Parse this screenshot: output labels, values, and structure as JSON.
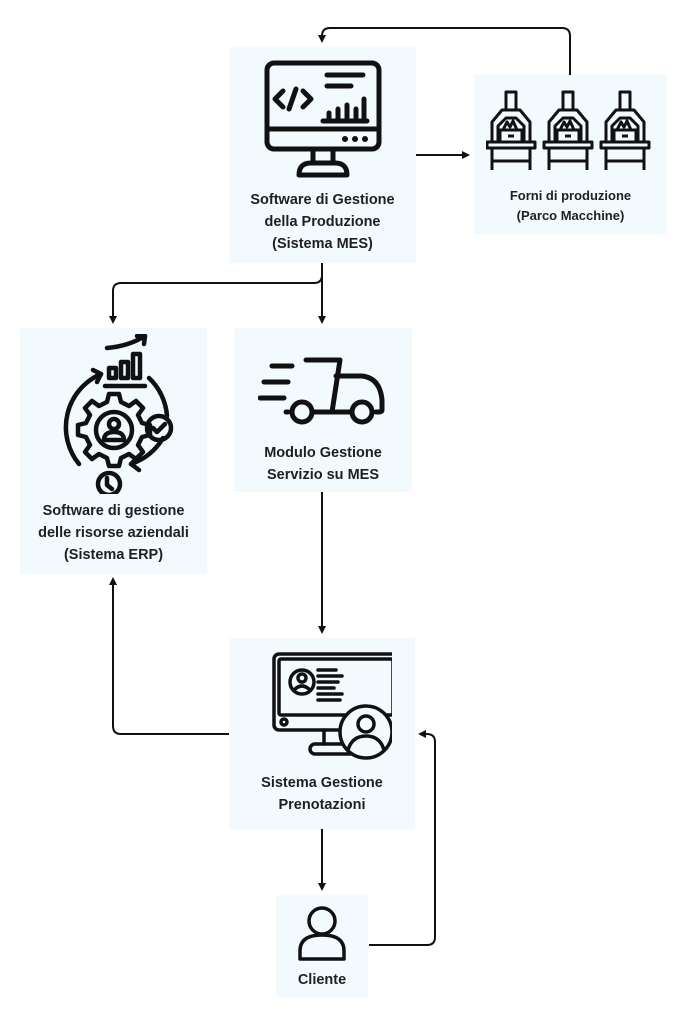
{
  "diagram": {
    "nodes": {
      "mes": {
        "lines": [
          "Software di Gestione",
          "della Produzione",
          "(Sistema MES)"
        ],
        "icon": "monitor-code-chart-icon"
      },
      "forni": {
        "lines": [
          "Forni di produzione",
          "(Parco Macchine)"
        ],
        "icon": "ovens-icon"
      },
      "erp": {
        "lines": [
          "Software di gestione",
          "delle risorse aziendali",
          "(Sistema ERP)"
        ],
        "icon": "gear-cycle-icon"
      },
      "modulo": {
        "lines": [
          "Modulo Gestione",
          "Servizio su MES"
        ],
        "icon": "delivery-truck-icon"
      },
      "prenotazioni": {
        "lines": [
          "Sistema Gestione",
          "Prenotazioni"
        ],
        "icon": "monitor-user-icon"
      },
      "cliente": {
        "lines": [
          "Cliente"
        ],
        "icon": "user-icon"
      }
    },
    "edges": [
      {
        "from": "mes",
        "to": "forni"
      },
      {
        "from": "forni",
        "to": "mes"
      },
      {
        "from": "mes",
        "to": "erp"
      },
      {
        "from": "mes",
        "to": "modulo"
      },
      {
        "from": "modulo",
        "to": "prenotazioni"
      },
      {
        "from": "prenotazioni",
        "to": "erp"
      },
      {
        "from": "prenotazioni",
        "to": "cliente"
      },
      {
        "from": "cliente",
        "to": "prenotazioni"
      }
    ],
    "colors": {
      "node_background": "#f2fafe",
      "stroke": "#111111"
    }
  }
}
